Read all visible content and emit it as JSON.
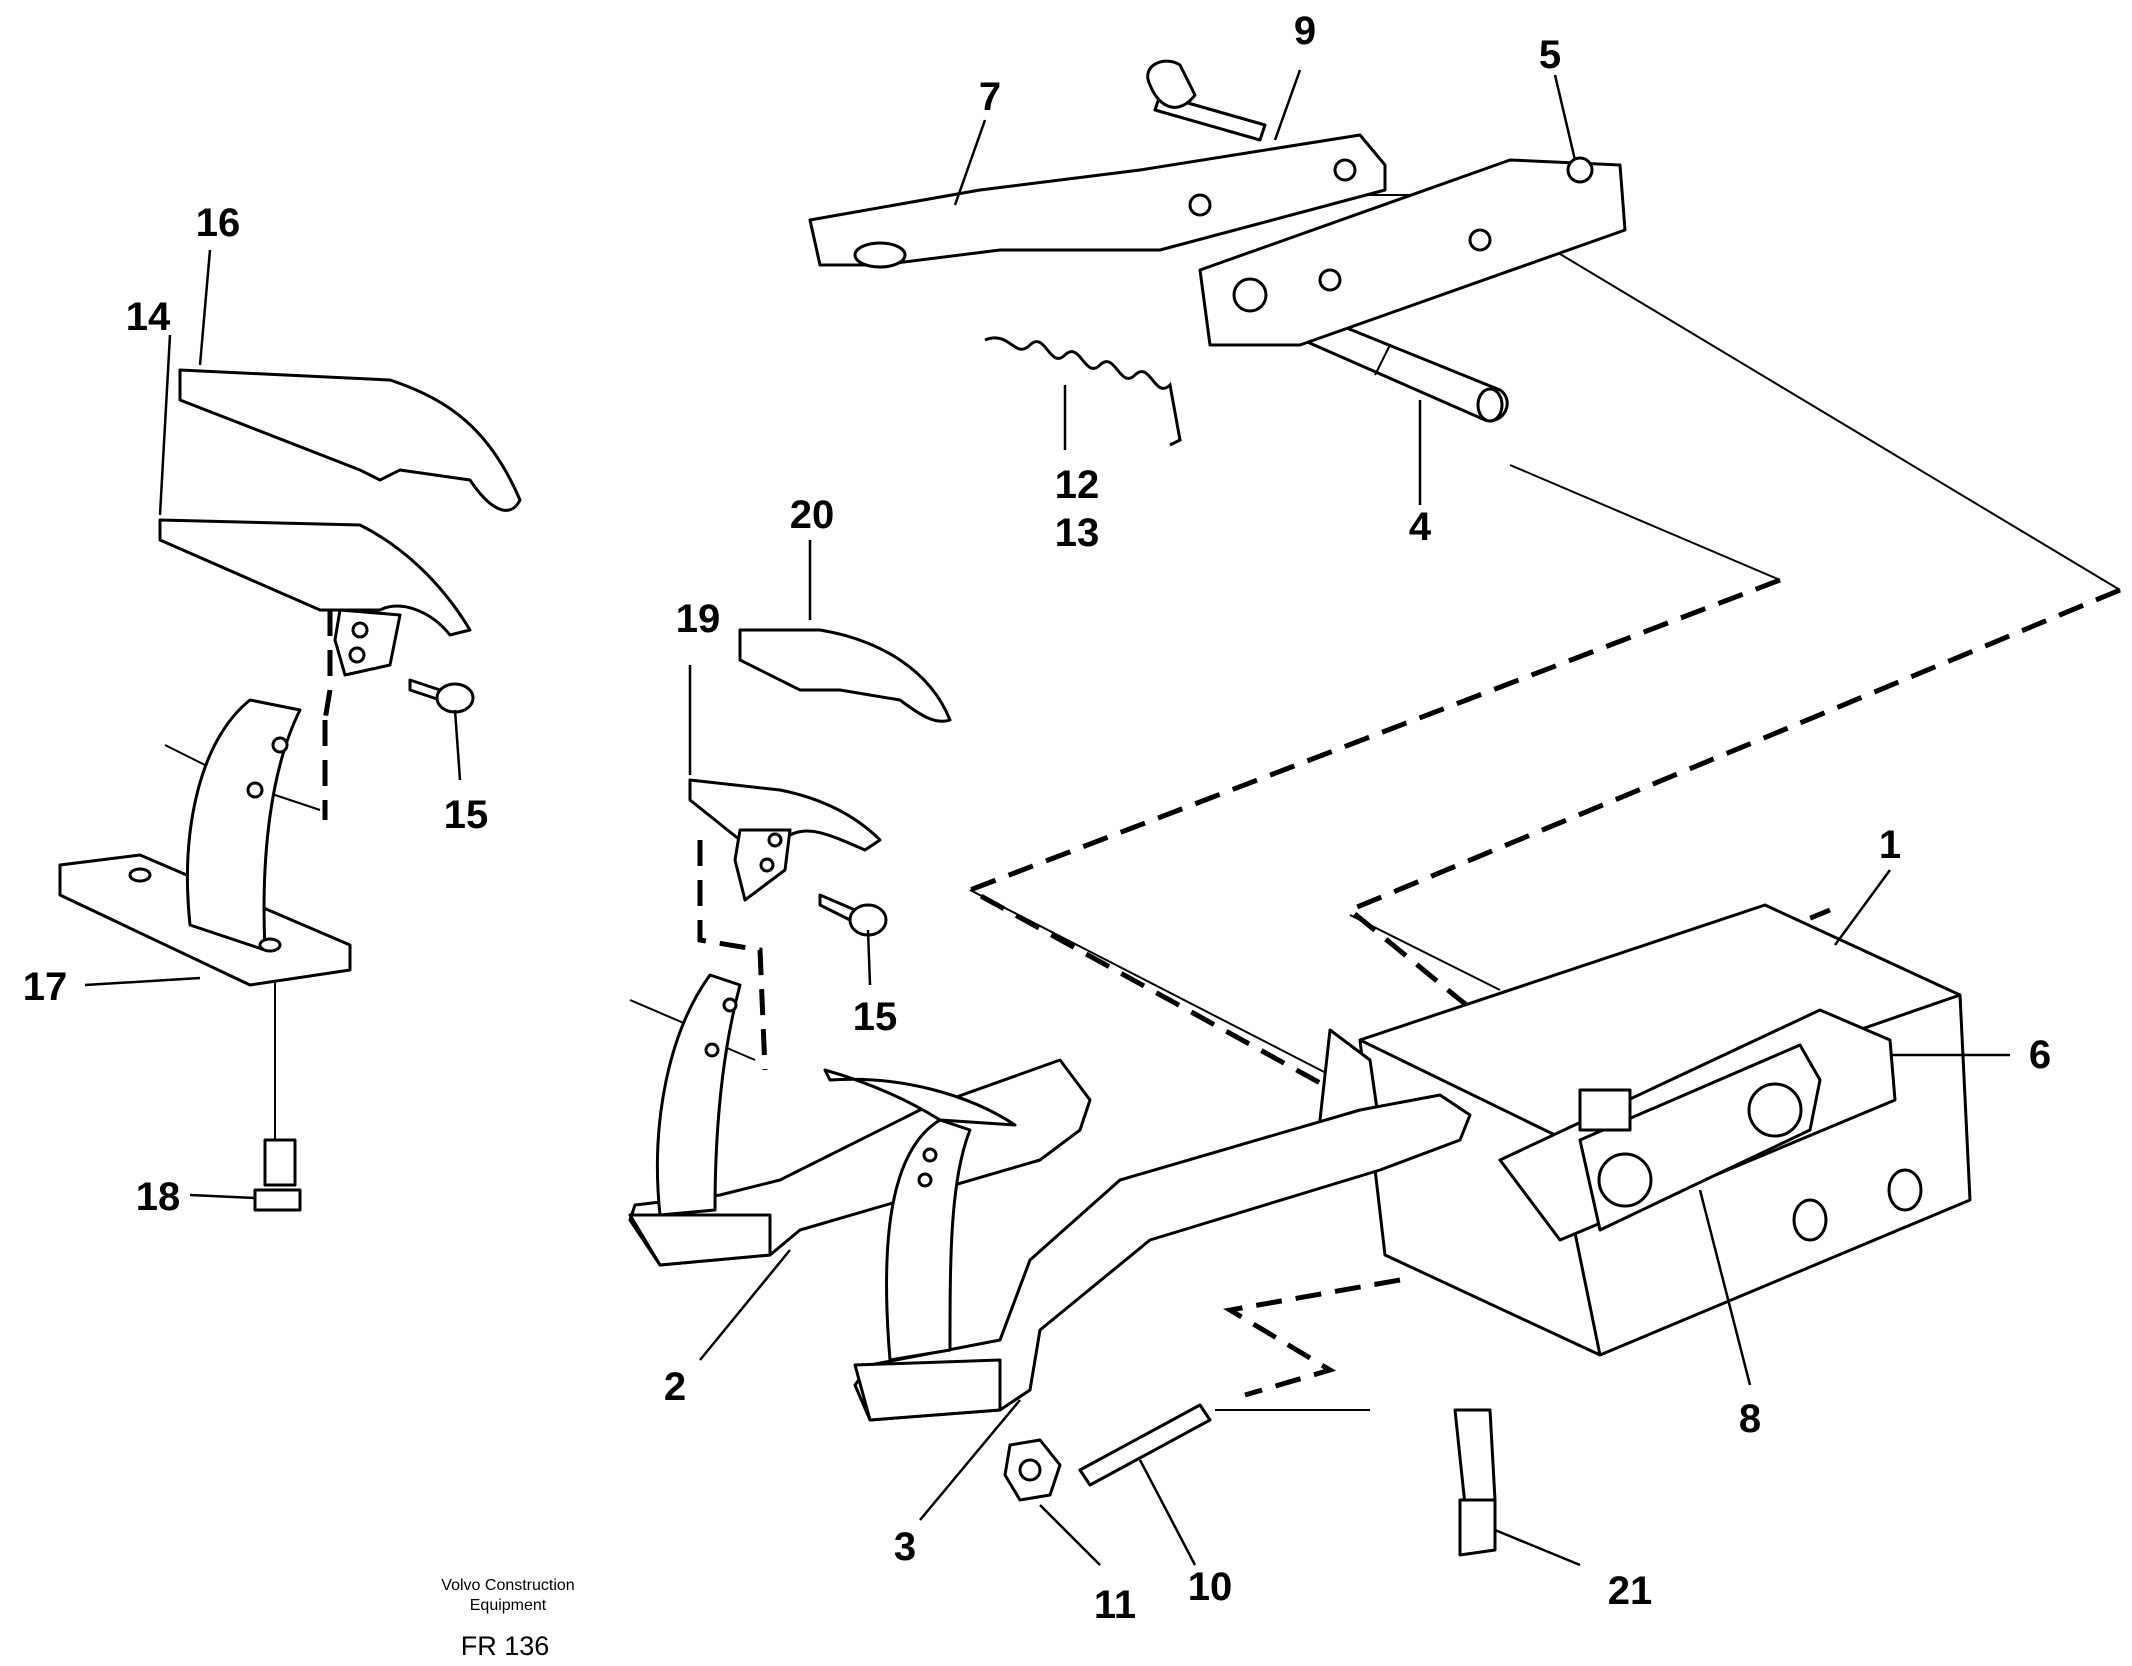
{
  "diagram": {
    "part_labels": [
      "1",
      "2",
      "3",
      "4",
      "5",
      "6",
      "7",
      "8",
      "9",
      "10",
      "11",
      "12",
      "13",
      "14",
      "15",
      "15",
      "16",
      "17",
      "18",
      "19",
      "20",
      "21"
    ],
    "footer": {
      "maker_line1": "Volvo Construction",
      "maker_line2": "Equipment",
      "code": "FR 136"
    }
  }
}
